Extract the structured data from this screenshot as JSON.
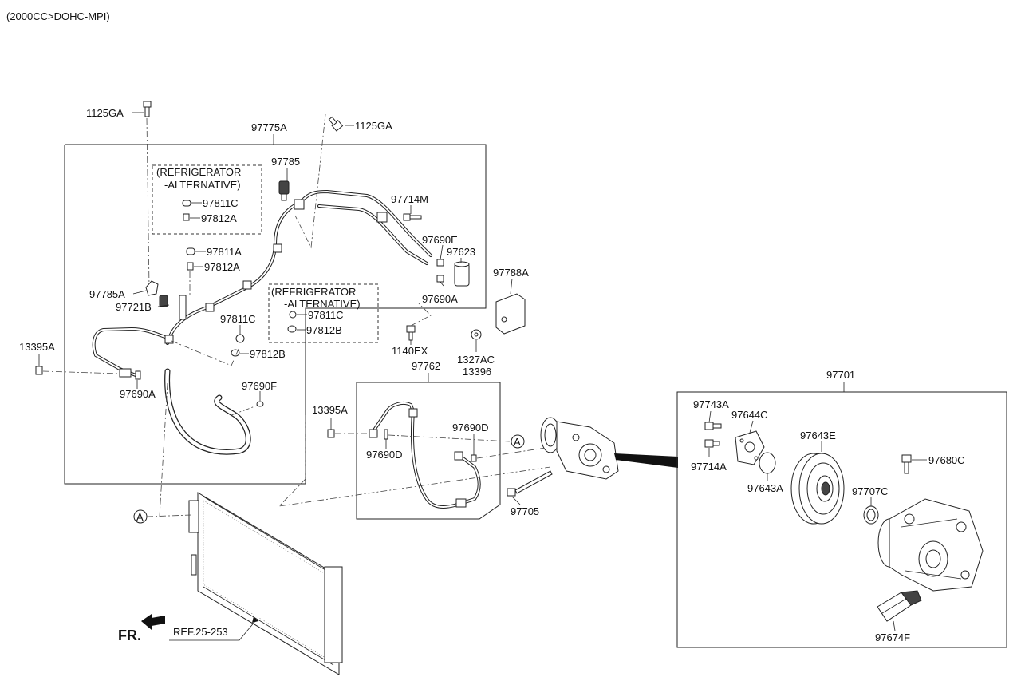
{
  "header": {
    "engine": "(2000CC>DOHC-MPI)"
  },
  "callouts": {
    "c1125GA_a": "1125GA",
    "c1125GA_b": "1125GA",
    "c97775A": "97775A",
    "c97785": "97785",
    "c97714M": "97714M",
    "c97690E": "97690E",
    "c97623": "97623",
    "c97788A": "97788A",
    "c97690A_r": "97690A",
    "c97811A": "97811A",
    "c97812A_m": "97812A",
    "c97785A": "97785A",
    "c97721B": "97721B",
    "c97811C_m": "97811C",
    "c97812B_m": "97812B",
    "c13395A_l": "13395A",
    "c97690A_l": "97690A",
    "c97690F": "97690F",
    "c1140EX": "1140EX",
    "c1327AC": "1327AC",
    "c13396": "13396",
    "c97762": "97762",
    "c13395A_m": "13395A",
    "c97690D_r": "97690D",
    "c97690D_l": "97690D",
    "c97705": "97705",
    "c97701": "97701",
    "c97743A": "97743A",
    "c97644C": "97644C",
    "c97643E": "97643E",
    "c97680C": "97680C",
    "c97714A": "97714A",
    "c97643A": "97643A",
    "c97707C": "97707C",
    "c97674F": "97674F",
    "fr": "FR.",
    "ref": "REF.25-253",
    "markerA1": "A",
    "markerA2": "A"
  },
  "alt_box_1": {
    "line1": "(REFRIGERATOR",
    "line2": "-ALTERNATIVE)",
    "part1": "97811C",
    "part2": "97812A"
  },
  "alt_box_2": {
    "line1": "(REFRIGERATOR",
    "line2": "-ALTERNATIVE)",
    "part1": "97811C",
    "part2": "97812B"
  }
}
